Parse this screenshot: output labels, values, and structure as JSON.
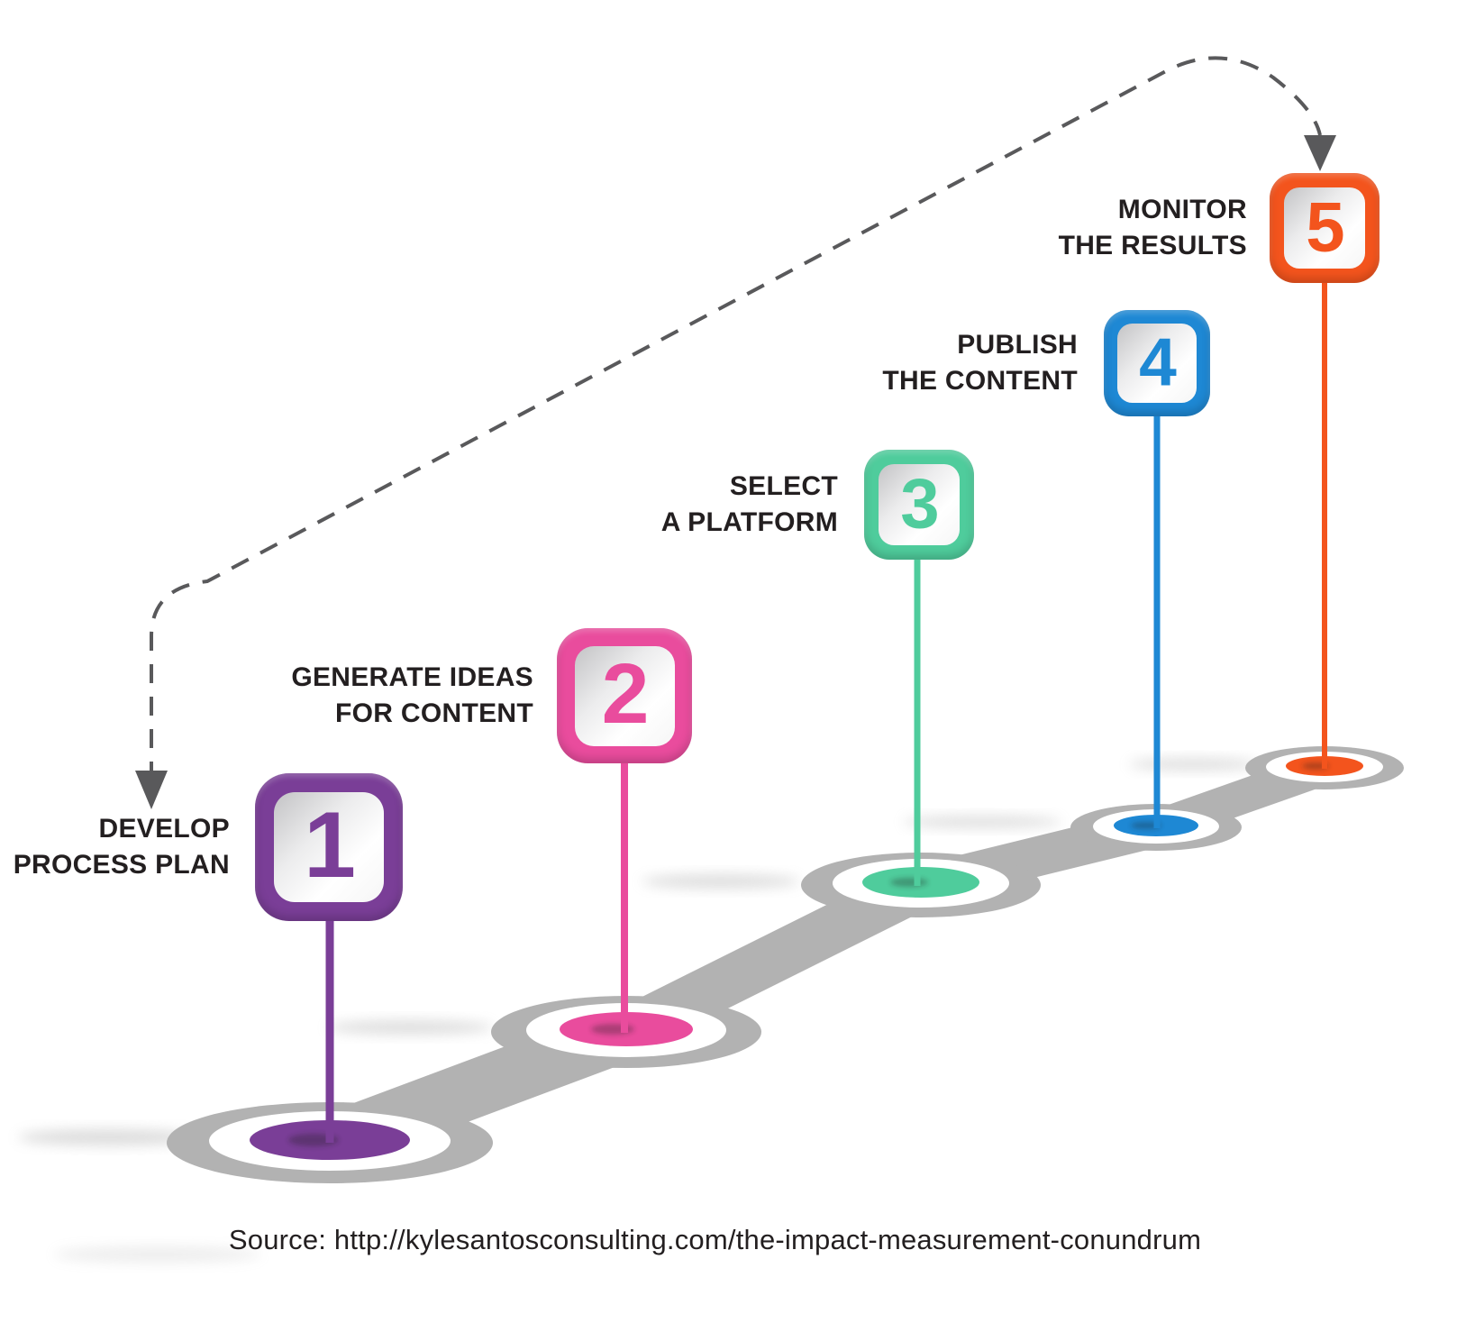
{
  "canvas": {
    "background": "#ffffff"
  },
  "steps": [
    {
      "number": "1",
      "label_line1": "DEVELOP",
      "label_line2": "PROCESS PLAN",
      "color": "#7A3E97"
    },
    {
      "number": "2",
      "label_line1": "GENERATE IDEAS",
      "label_line2": "FOR CONTENT",
      "color": "#E94C9D"
    },
    {
      "number": "3",
      "label_line1": "SELECT",
      "label_line2": "A PLATFORM",
      "color": "#4FCC9C"
    },
    {
      "number": "4",
      "label_line1": "PUBLISH",
      "label_line2": "THE CONTENT",
      "color": "#1E88D4"
    },
    {
      "number": "5",
      "label_line1": "MONITOR",
      "label_line2": "THE RESULTS",
      "color": "#F3541D"
    }
  ],
  "road": {
    "color": "#B2B2B2",
    "ring_inner_color": "#FFFFFF"
  },
  "loop_arrow": {
    "color": "#59595B",
    "arrowheads_point_to": [
      "step-1",
      "step-5"
    ]
  },
  "label_text_color": "#231F20",
  "source": {
    "text": "Source: http://kylesantosconsulting.com/the-impact-measurement-conundrum",
    "color": "#231F20"
  }
}
